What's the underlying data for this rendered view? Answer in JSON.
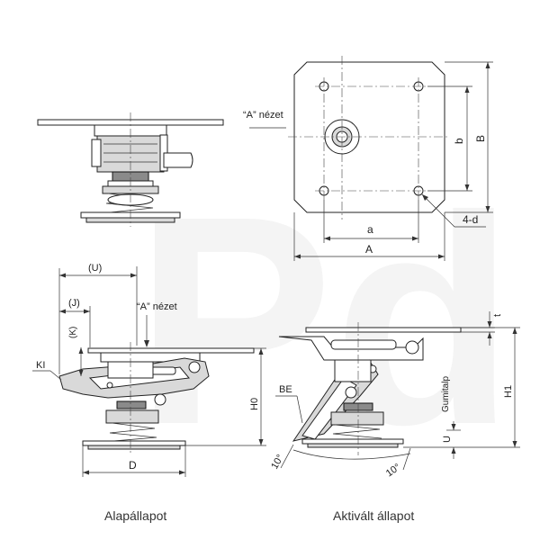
{
  "labels": {
    "a_nezet_top": "“A” nézet",
    "a_nezet_side": "“A” nézet",
    "dim_a_small": "a",
    "dim_A_big": "A",
    "dim_b_small": "b",
    "dim_B_big": "B",
    "dim_4d": "4-d",
    "dim_U": "(U)",
    "dim_J": "(J)",
    "dim_K": "(K)",
    "dim_KI": "KI",
    "dim_H0": "H0",
    "dim_D": "D",
    "dim_BE": "BE",
    "dim_t": "t",
    "dim_H1": "H1",
    "dim_gumitalp": "Gumitalp",
    "dim_U2": "U",
    "angle_left": "10°",
    "angle_right": "10°"
  },
  "captions": {
    "left": "Alapállapot",
    "right": "Aktivált állapot"
  },
  "watermark": "Pd",
  "colors": {
    "line": "#222222",
    "hatch": "#d9d9d9",
    "dark": "#8a8a8a",
    "watermark": "#f2f2f2"
  }
}
